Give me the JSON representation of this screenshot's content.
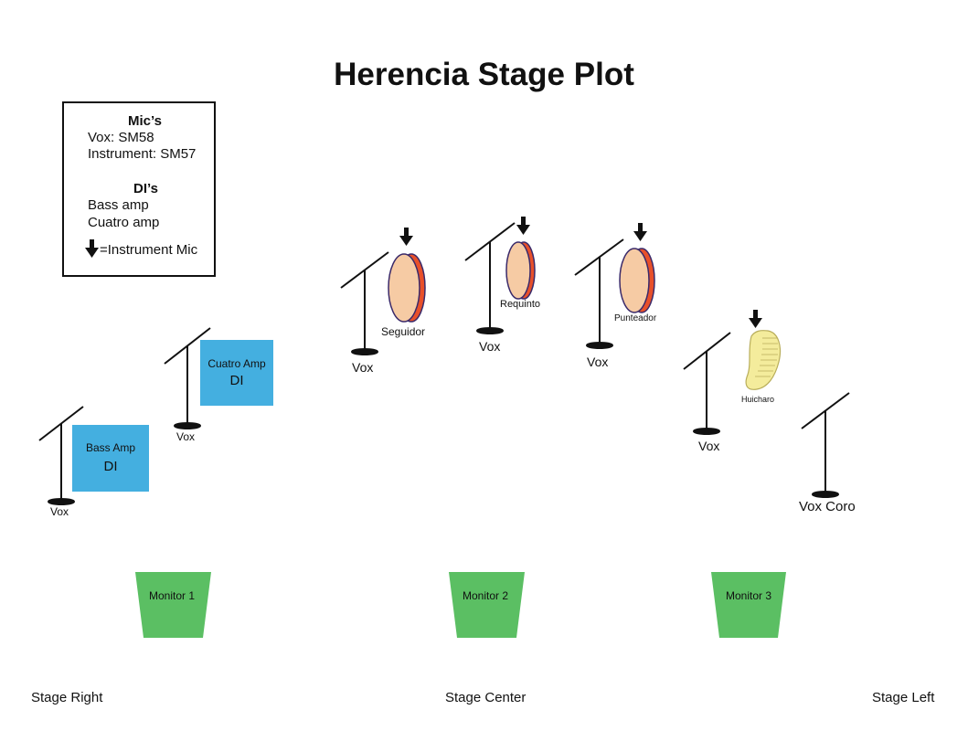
{
  "title": "Herencia Stage Plot",
  "legend": {
    "mics_heading": "Mic’s",
    "vox_mic": "Vox: SM58",
    "instrument_mic": "Instrument: SM57",
    "di_heading": "DI’s",
    "di_bass": "Bass amp",
    "di_cuatro": "Cuatro amp",
    "instrument_mic_key": "=Instrument Mic"
  },
  "amps": {
    "cuatro": {
      "name": "Cuatro Amp",
      "di": "DI"
    },
    "bass": {
      "name": "Bass Amp",
      "di": "DI"
    }
  },
  "mic_labels": {
    "vox_bass": "Vox",
    "vox_cuatro": "Vox",
    "vox_seguidor": "Vox",
    "vox_requinto": "Vox",
    "vox_punteador": "Vox",
    "vox_huicharo": "Vox",
    "vox_coro": "Vox Coro"
  },
  "instruments": {
    "seguidor": "Seguidor",
    "requinto": "Requinto",
    "punteador": "Punteador",
    "huicharo": "Huicharo"
  },
  "monitors": [
    "Monitor 1",
    "Monitor 2",
    "Monitor 3"
  ],
  "stage": {
    "right": "Stage Right",
    "center": "Stage Center",
    "left": "Stage Left"
  },
  "colors": {
    "amp": "#44afe0",
    "monitor": "#5bbf63",
    "drum_shell": "#e8502a",
    "drum_head": "#f6cba4",
    "huicharo": "#f4ec9c"
  },
  "icons": {
    "instrument_mic": "down-arrow-icon",
    "mic_stand": "boom-mic-stand-icon"
  }
}
